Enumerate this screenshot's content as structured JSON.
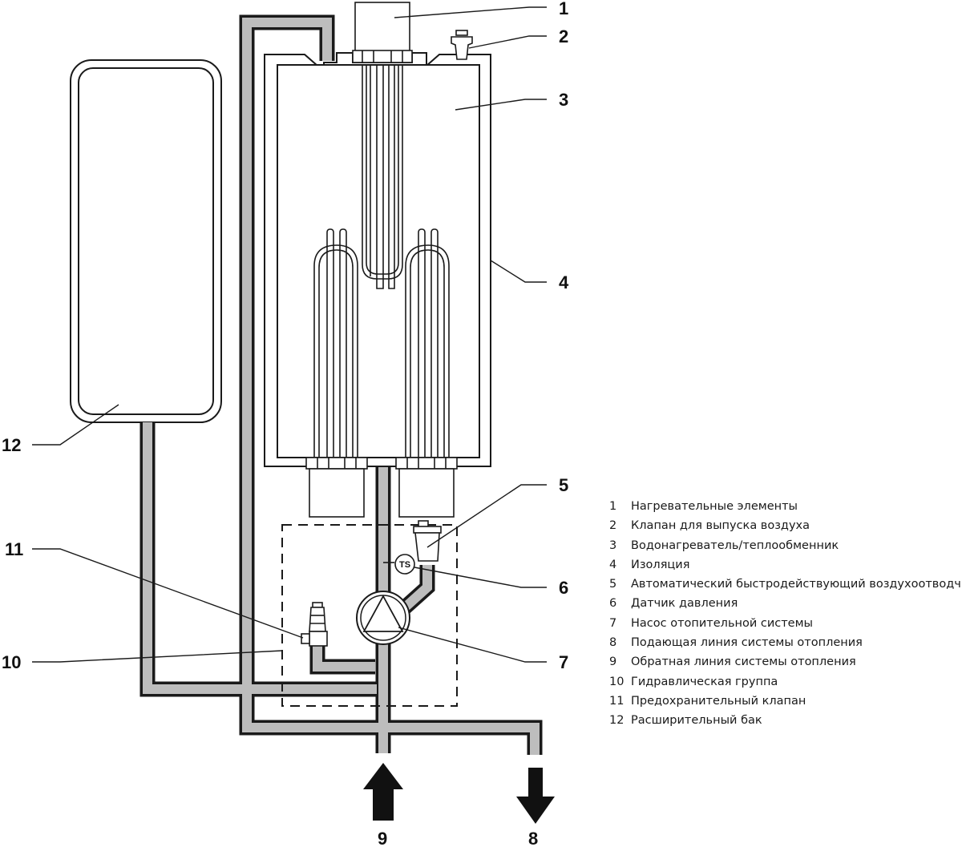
{
  "callouts": {
    "c1": "1",
    "c2": "2",
    "c3": "3",
    "c4": "4",
    "c5": "5",
    "c6": "6",
    "c7": "7",
    "c8": "8",
    "c9": "9",
    "c10": "10",
    "c11": "11",
    "c12": "12"
  },
  "sensor_label": "TS",
  "legend": [
    {
      "num": "1",
      "text": "Нагревательные элементы"
    },
    {
      "num": "2",
      "text": "Клапан для выпуска воздуха"
    },
    {
      "num": "3",
      "text": "Водонагреватель/теплообменник"
    },
    {
      "num": "4",
      "text": "Изоляция"
    },
    {
      "num": "5",
      "text": "Автоматический быстродействующий воздухоотводчик"
    },
    {
      "num": "6",
      "text": "Датчик давления"
    },
    {
      "num": "7",
      "text": "Насос отопительной системы"
    },
    {
      "num": "8",
      "text": "Подающая линия системы отопления"
    },
    {
      "num": "9",
      "text": "Обратная линия системы отопления"
    },
    {
      "num": "10",
      "text": "Гидравлическая группа"
    },
    {
      "num": "11",
      "text": "Предохранительный клапан"
    },
    {
      "num": "12",
      "text": "Расширительный бак"
    }
  ],
  "colors": {
    "pipe_fill": "#bdbdbd",
    "outline": "#1a1a1a",
    "tank_fill": "#dcdcdc",
    "background": "#ffffff"
  }
}
